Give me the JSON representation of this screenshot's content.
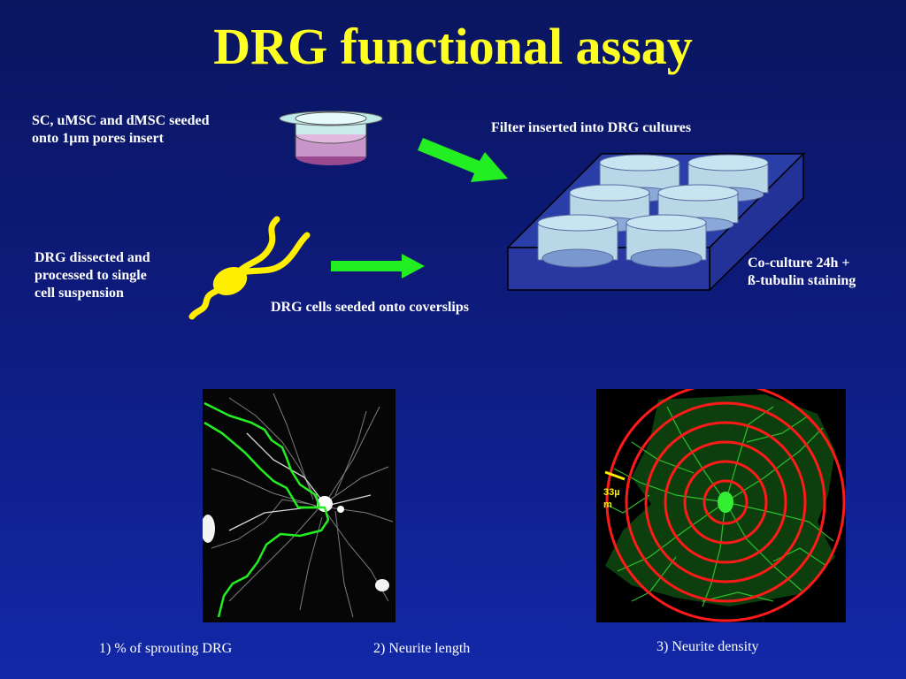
{
  "slide": {
    "title": "DRG functional assay",
    "steps": {
      "seeded_line1": "SC, uMSC and dMSC seeded",
      "seeded_line2": "onto 1µm pores insert",
      "filter_inserted": "Filter inserted into  DRG cultures",
      "drg_line1": "DRG dissected and",
      "drg_line2": "processed to single",
      "drg_line3": "cell suspension",
      "drg_seeded": "DRG cells seeded onto coverslips",
      "coculture_line1": "Co-culture 24h +",
      "coculture_line2": "ß-tubulin staining"
    },
    "measurements": {
      "item1": "1) % of sprouting DRG",
      "item2": "2) Neurite length",
      "item3": "3) Neurite density"
    },
    "scale_label_line1": "33µ",
    "scale_label_line2": "m",
    "colors": {
      "title": "#ffff22",
      "arrow": "#22ee22",
      "neuron": "#ffee00",
      "trace": "#22ee22",
      "rings": "#ff1a1a",
      "scale_bar": "#ffee00"
    },
    "icons": [
      "transwell-insert-icon",
      "neuron-icon",
      "well-plate-icon",
      "arrow-right-icon"
    ]
  }
}
